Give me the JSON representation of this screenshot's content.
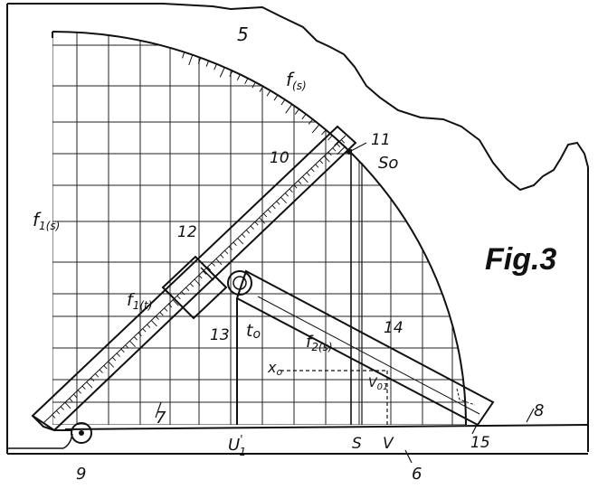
{
  "figure": {
    "title": "Fig.3",
    "labels": {
      "l5": "5",
      "l6": "6",
      "l7": "7",
      "l8": "8",
      "l9": "9",
      "l10": "10",
      "l11": "11",
      "l12": "12",
      "l13": "13",
      "l14": "14",
      "l15": "15",
      "f_s_top": "f",
      "f_s_top_sub": "(s)",
      "f1_s": "f",
      "f1_s_sub": "1(s)",
      "f1_t": "f",
      "f1_t_sub": "1(t)",
      "f2_s": "f",
      "f2_s_sub": "2(s)",
      "s0": "So",
      "t0": "t",
      "t0_sub": "o",
      "x0": "x",
      "x0_sub": "o",
      "v01": "V",
      "v01_sub": "01",
      "u1": "U",
      "u1_sub": "1",
      "u1_prime": "'",
      "S": "S",
      "V": "V"
    },
    "colors": {
      "ink": "#111111",
      "paper": "#ffffff"
    }
  }
}
